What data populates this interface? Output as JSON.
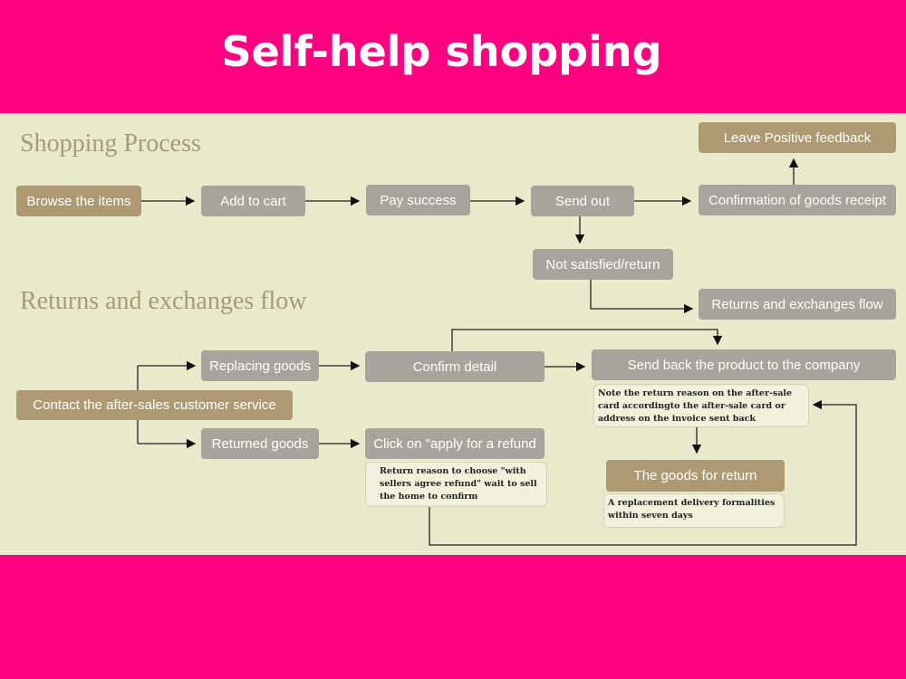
{
  "title": "Self-help shopping",
  "shopping": {
    "heading": "Shopping Process",
    "browse": "Browse the items",
    "cart": "Add to cart",
    "pay": "Pay success",
    "send": "Send out",
    "confirm": "Confirmation of goods receipt",
    "feedback": "Leave Positive feedback",
    "not_satisfied": "Not satisfied/return",
    "returns_flow": "Returns and exchanges flow"
  },
  "returns": {
    "heading": "Returns and exchanges flow",
    "contact": "Contact the after-sales customer service",
    "replacing": "Replacing goods",
    "returned": "Returned goods",
    "confirm_detail": "Confirm detail",
    "click_refund": "Click on \"apply for a refund",
    "refund_note": "Return reason to choose \"with sellers agree refund\" wait to sell the home to confirm",
    "send_back": "Send back the product to the company",
    "send_back_note": "Note the return reason on the after-sale card accordingto the after-sale card or address on the invoice sent back",
    "goods_return": "The goods for return",
    "goods_note": "A replacement delivery formalities within seven days"
  }
}
